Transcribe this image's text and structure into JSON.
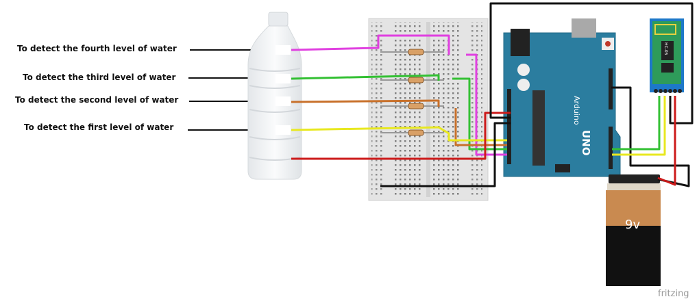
{
  "labels": {
    "fourth": "To detect the fourth level of water",
    "third": "To detect the third level of water",
    "second": "To detect the second level of water",
    "first": "To detect the first level of water"
  },
  "battery": {
    "voltage": "9v"
  },
  "arduino": {
    "brand": "Arduino",
    "model": "UNO"
  },
  "bluetooth": {
    "model": "HC-05"
  },
  "watermark": "fritzing",
  "colors": {
    "arduino_board": "#2b7d9f",
    "breadboard": "#e4e4e4",
    "bluetooth_board": "#1d78c9",
    "wire_pink": "#e040e0",
    "wire_green": "#33c033",
    "wire_orange": "#c8702a",
    "wire_yellow": "#e8e820",
    "wire_red": "#cc1a1a",
    "wire_black": "#111111"
  }
}
